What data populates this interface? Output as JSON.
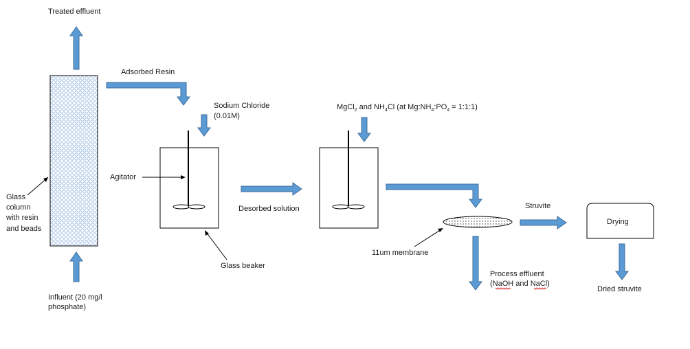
{
  "labels": {
    "treated_effluent": "Treated effluent",
    "adsorbed_resin": "Adsorbed Resin",
    "sodium_chloride_line1": "Sodium Chloride",
    "sodium_chloride_line2": "(0.01M)",
    "reagents_mgcl": "MgCl",
    "reagents_sub2": "2",
    "reagents_and": " and NH",
    "reagents_sub4a": "4",
    "reagents_ratio": "Cl (at Mg:NH",
    "reagents_sub4b": "4",
    "reagents_po": ":PO",
    "reagents_sub4c": "4",
    "reagents_tail": " = 1:1:1)",
    "agitator": "Agitator",
    "glass_column_line1": "Glass",
    "glass_column_line2": "column",
    "glass_column_line3": "with resin",
    "glass_column_line4": "and beads",
    "desorbed_solution": "Desorbed solution",
    "struvite": "Struvite",
    "drying": "Drying",
    "membrane": "11um membrane",
    "glass_beaker": "Glass beaker",
    "process_effluent_line1": "Process effluent",
    "process_effluent_line2": "(NaOH and NaCl)",
    "dried_struvite": "Dried struvite",
    "influent_line1": "Influent (20 mg/l",
    "influent_line2": "phosphate)"
  },
  "colors": {
    "arrow_fill": "#5b9bd5",
    "arrow_stroke": "#3f6e9a",
    "column_pattern": "#8fb4dc"
  }
}
